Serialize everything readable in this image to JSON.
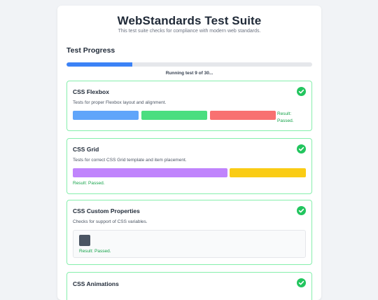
{
  "header": {
    "title": "WebStandards Test Suite",
    "subtitle": "This test suite checks for compliance with modern web standards."
  },
  "progress": {
    "heading": "Test Progress",
    "status_text": "Running test 9 of 30...",
    "fraction": 0.267,
    "fill_color": "#3b82f6"
  },
  "tests": [
    {
      "title": "CSS Flexbox",
      "description": "Tests for proper Flexbox layout and alignment.",
      "result_line1": "Result:",
      "result_line2": "Passed.",
      "status_icon": "check-circle-icon",
      "item_colors": [
        "#60a5fa",
        "#4ade80",
        "#f87171"
      ]
    },
    {
      "title": "CSS Grid",
      "description": "Tests for correct CSS Grid template and item placement.",
      "result": "Result: Passed.",
      "status_icon": "check-circle-icon",
      "item_colors": [
        "#c084fc",
        "#facc15"
      ]
    },
    {
      "title": "CSS Custom Properties",
      "description": "Checks for support of CSS variables.",
      "result": "Result: Passed.",
      "status_icon": "check-circle-icon",
      "item_colors": [
        "#4b5563"
      ]
    },
    {
      "title": "CSS Animations",
      "status_icon": "check-circle-icon"
    }
  ],
  "colors": {
    "pass_border": "#86efac",
    "pass_icon": "#22c55e",
    "pass_text": "#16a34a"
  }
}
